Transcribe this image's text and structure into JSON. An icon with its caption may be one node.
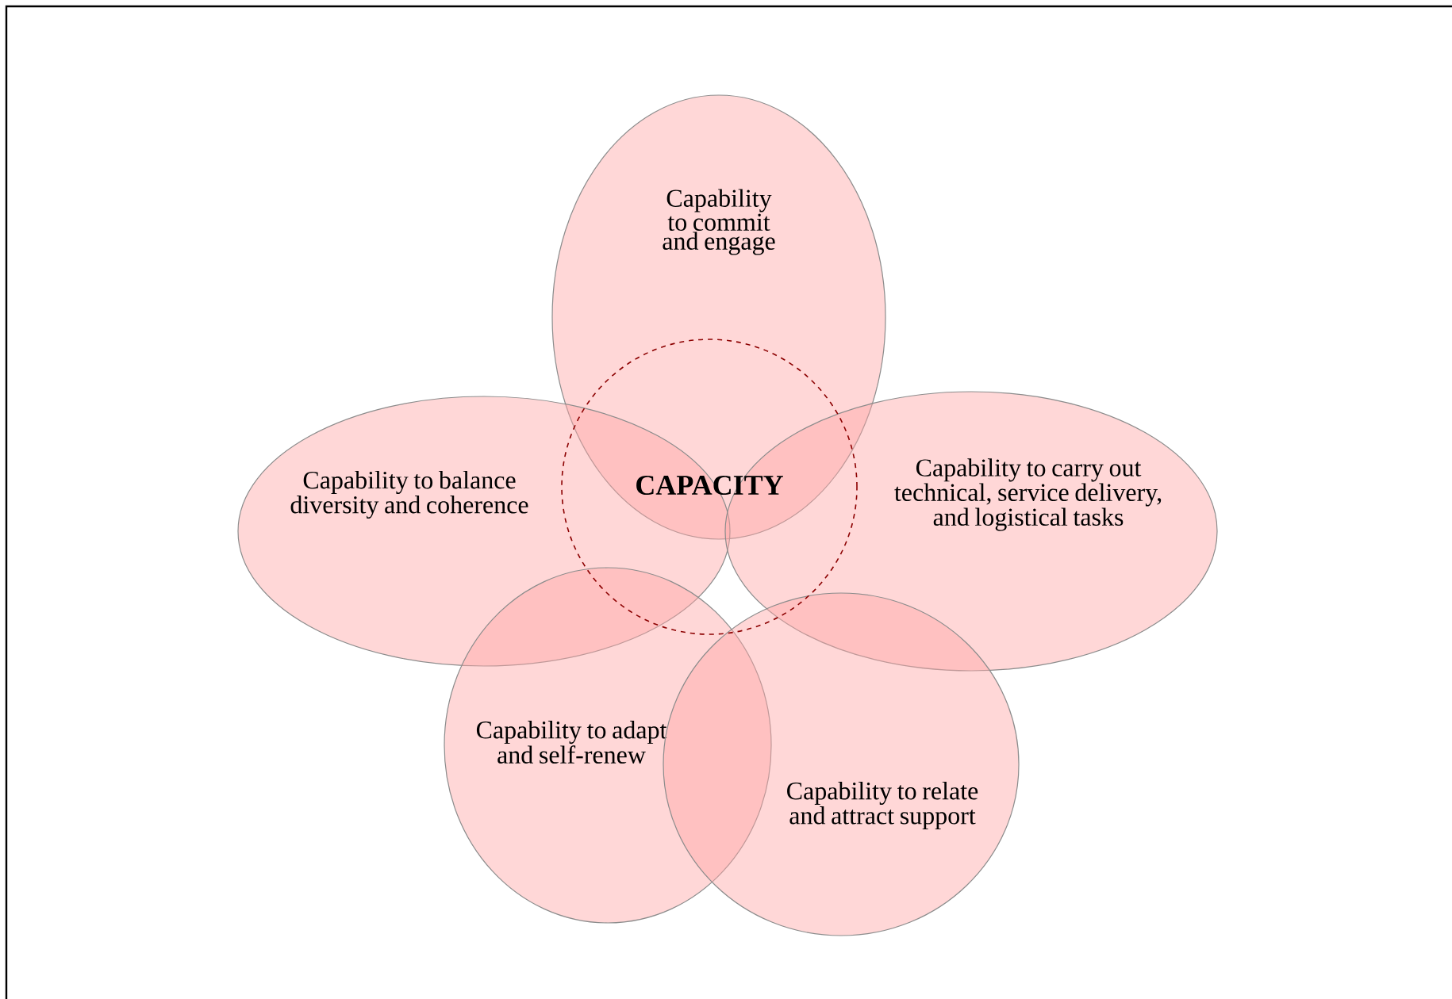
{
  "diagram": {
    "nodes": [
      {
        "text": [
          "Capability to commit and engage"
        ]
      },
      {
        "text": [
          "Capability to balance diversity and coherence"
        ]
      },
      {
        "text": [
          "CAPACITY"
        ]
      },
      {
        "text": [
          "Capability to carry out technical, service delivery, and logistical tasks"
        ]
      },
      {
        "text": [
          "Capability to adapt and self-renew"
        ]
      },
      {
        "text": [
          "Capability to relate and attract support"
        ]
      }
    ]
  }
}
